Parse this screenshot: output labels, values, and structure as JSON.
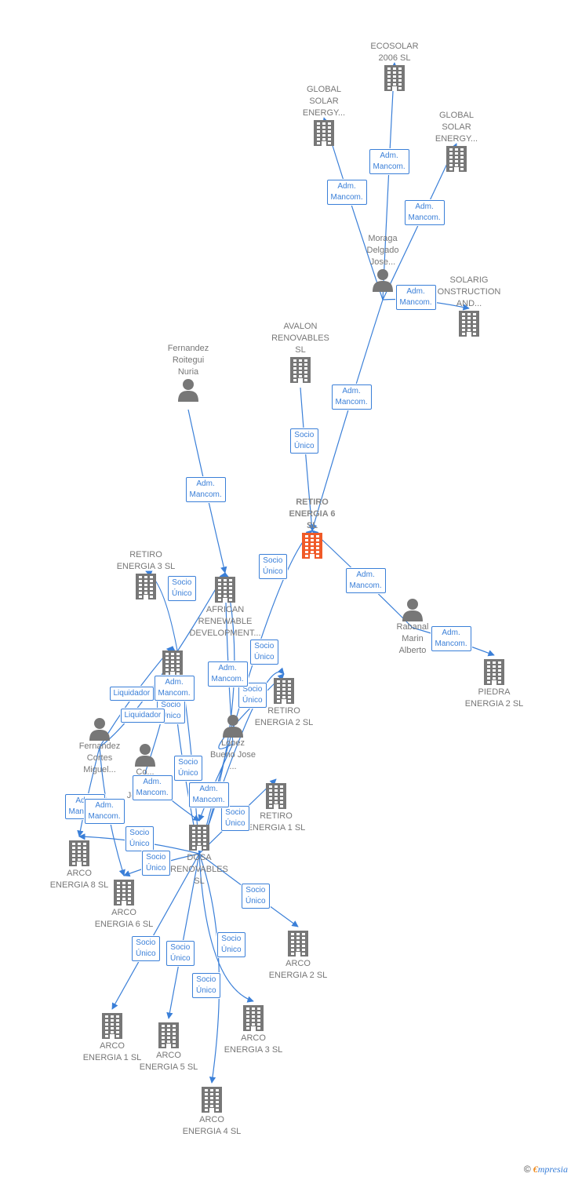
{
  "nodes": {
    "ecosolar": {
      "label": "ECOSOLAR\n2006 SL",
      "type": "company"
    },
    "global_solar_1": {
      "label": "GLOBAL\nSOLAR\nENERGY...",
      "type": "company"
    },
    "global_solar_2": {
      "label": "GLOBAL\nSOLAR\nENERGY...",
      "type": "company"
    },
    "moraga": {
      "label": "Moraga\nDelgado\nJose...",
      "type": "person"
    },
    "solarig": {
      "label": "SOLARIG\nONSTRUCTION\nAND...",
      "type": "company"
    },
    "avalon": {
      "label": "AVALON\nRENOVABLES\nSL",
      "type": "company"
    },
    "fernandez_roitegui": {
      "label": "Fernandez\nRoitegui\nNuria",
      "type": "person"
    },
    "retiro6": {
      "label": "RETIRO\nENERGIA 6\nSL",
      "type": "company",
      "main": true
    },
    "retiro3": {
      "label": "RETIRO\nENERGIA 3  SL",
      "type": "company"
    },
    "african": {
      "label": "AFRICAN\nRENEWABLE\nDEVELOPMENT...",
      "type": "company"
    },
    "rabanal": {
      "label": "Rabanal\nMarin\nAlberto",
      "type": "person"
    },
    "piedra2": {
      "label": "PIEDRA\nENERGIA 2  SL",
      "type": "company"
    },
    "retiro2": {
      "label": "RETIRO\nENERGIA 2  SL",
      "type": "company"
    },
    "fernandez_cortes": {
      "label": "Fernandez\nCortes\nMiguel...",
      "type": "person"
    },
    "lopez": {
      "label": "Lopez\nBueno Jose\n...",
      "type": "person"
    },
    "jose_luis": {
      "label": "Co...\nS...\nJose Luis",
      "type": "person"
    },
    "retiro1": {
      "label": "RETIRO\nENERGIA 1  SL",
      "type": "company"
    },
    "dosa": {
      "label": "DOSA\nRENOVABLES\nSL",
      "type": "company"
    },
    "arco8": {
      "label": "ARCO\nENERGIA 8  SL",
      "type": "company"
    },
    "arco6": {
      "label": "ARCO\nENERGIA 6  SL",
      "type": "company"
    },
    "arco2": {
      "label": "ARCO\nENERGIA 2  SL",
      "type": "company"
    },
    "arco1": {
      "label": "ARCO\nENERGIA 1  SL",
      "type": "company"
    },
    "arco5": {
      "label": "ARCO\nENERGIA 5  SL",
      "type": "company"
    },
    "arco3": {
      "label": "ARCO\nENERGIA 3  SL",
      "type": "company"
    },
    "arco4": {
      "label": "ARCO\nENERGIA 4  SL",
      "type": "company"
    },
    "hidden_company": {
      "label": "",
      "type": "company"
    }
  },
  "edges": [
    {
      "from": "moraga",
      "to": "ecosolar",
      "label": "Adm.\nMancom."
    },
    {
      "from": "moraga",
      "to": "global_solar_1",
      "label": "Adm.\nMancom."
    },
    {
      "from": "moraga",
      "to": "global_solar_2",
      "label": "Adm.\nMancom."
    },
    {
      "from": "moraga",
      "to": "solarig",
      "label": "Adm.\nMancom."
    },
    {
      "from": "moraga",
      "to": "retiro6",
      "label": "Adm.\nMancom."
    },
    {
      "from": "avalon",
      "to": "retiro6",
      "label": "Socio\nÚnico"
    },
    {
      "from": "fernandez_roitegui",
      "to": "african",
      "label": "Adm.\nMancom."
    },
    {
      "from": "rabanal",
      "to": "retiro6",
      "label": "Adm.\nMancom."
    },
    {
      "from": "rabanal",
      "to": "piedra2",
      "label": "Adm.\nMancom."
    },
    {
      "from": "dosa",
      "to": "retiro6",
      "label": "Socio\nÚnico"
    },
    {
      "from": "dosa",
      "to": "retiro3",
      "label": "Socio\nÚnico"
    },
    {
      "from": "dosa",
      "to": "retiro2",
      "label": "Socio\nÚnico"
    },
    {
      "from": "dosa",
      "to": "retiro1",
      "label": "Socio\nÚnico"
    },
    {
      "from": "dosa",
      "to": "african",
      "label": "Socio\nÚnico"
    },
    {
      "from": "dosa",
      "to": "hidden_company",
      "label": "Socio\nÚnico"
    },
    {
      "from": "lopez",
      "to": "african",
      "label": "Adm.\nMancom."
    },
    {
      "from": "lopez",
      "to": "dosa",
      "label": "Adm.\nMancom."
    },
    {
      "from": "jose_luis",
      "to": "dosa",
      "label": "Adm.\nMancom."
    },
    {
      "from": "jose_luis",
      "to": "hidden_company",
      "label": "Adm.\nMancom."
    },
    {
      "from": "fernandez_cortes",
      "to": "arco8",
      "label": "Adm.\nMancom."
    },
    {
      "from": "fernandez_cortes",
      "to": "arco6",
      "label": "Adm.\nMancom."
    },
    {
      "from": "fernandez_cortes",
      "to": "hidden_company",
      "label": "Liquidador"
    },
    {
      "from": "fernandez_cortes",
      "to": "african",
      "label": "Liquidador"
    },
    {
      "from": "dosa",
      "to": "arco8",
      "label": "Socio\nÚnico"
    },
    {
      "from": "dosa",
      "to": "arco6",
      "label": "Socio\nÚnico"
    },
    {
      "from": "dosa",
      "to": "arco2",
      "label": "Socio\nÚnico"
    },
    {
      "from": "dosa",
      "to": "arco1",
      "label": "Socio\nÚnico"
    },
    {
      "from": "dosa",
      "to": "arco5",
      "label": "Socio\nÚnico"
    },
    {
      "from": "dosa",
      "to": "arco3",
      "label": "Socio\nÚnico"
    },
    {
      "from": "dosa",
      "to": "arco4",
      "label": "Socio\nÚnico"
    },
    {
      "from": "lopez",
      "to": "retiro2",
      "label": "Socio\nÚnico"
    }
  ],
  "brand": {
    "copyright": "©",
    "e": "€",
    "name": "mpresia"
  },
  "colors": {
    "edge": "#3a7fd8",
    "node": "#777777",
    "main": "#f05a28"
  }
}
